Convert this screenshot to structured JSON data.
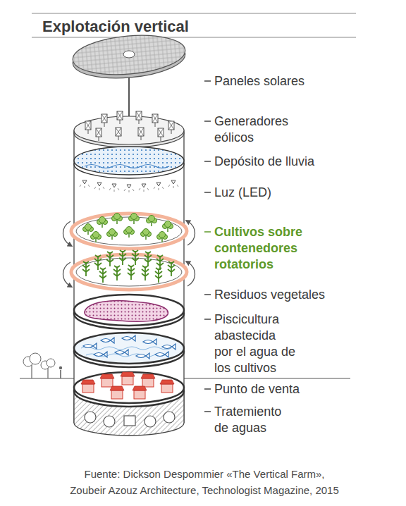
{
  "diagram": {
    "title": "Explotación vertical",
    "labels": [
      "Paneles solares",
      "Generadores eólicos",
      "Depósito de lluvia",
      "Luz (LED)",
      "Cultivos sobre contenedores rotatorios",
      "Residuos vegetales",
      "Piscicultura abastecida por el agua de los cultivos",
      "Punto de venta",
      "Tratemiento de aguas"
    ],
    "caption": "Fuente: Dickson Despommier «The Vertical Farm», Zoubeir Azouz Architecture, Technologist Magazine, 2015"
  }
}
